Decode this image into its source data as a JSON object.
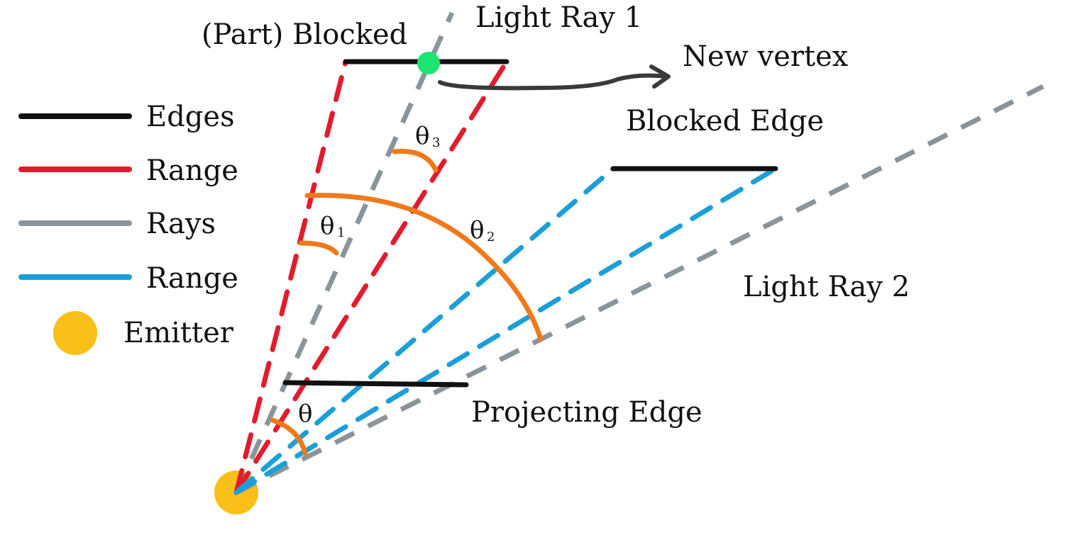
{
  "legend": {
    "items": [
      {
        "label": "Edges",
        "style": "solid",
        "color": "#111111",
        "icon": "legend-solid-line-icon"
      },
      {
        "label": "Range",
        "style": "dashed",
        "color": "#e31c2d",
        "icon": "legend-dashed-line-icon"
      },
      {
        "label": "Rays",
        "style": "dashed",
        "color": "#8a959b",
        "icon": "legend-dashed-line-icon"
      },
      {
        "label": "Range",
        "style": "dashed",
        "color": "#1b9fd8",
        "icon": "legend-dashed-line-icon"
      },
      {
        "label": "Emitter",
        "style": "dot",
        "color": "#fbbf1a",
        "icon": "legend-emitter-dot-icon"
      }
    ]
  },
  "labels": {
    "part_blocked": "(Part) Blocked",
    "light_ray_1": "Light Ray 1",
    "new_vertex": "New vertex",
    "blocked_edge": "Blocked Edge",
    "light_ray_2": "Light Ray 2",
    "projecting_edge": "Projecting Edge",
    "theta": "θ",
    "theta1": "θ",
    "theta1_sub": "1",
    "theta2": "θ",
    "theta2_sub": "2",
    "theta3": "θ",
    "theta3_sub": "3"
  },
  "colors": {
    "edges": "#111111",
    "red_range": "#e31c2d",
    "rays": "#8a959b",
    "blue_range": "#1b9fd8",
    "emitter": "#fbbf1a",
    "angle_arc": "#f07a1a",
    "new_vertex": "#1de36f",
    "arrow": "#3a3a3a"
  }
}
